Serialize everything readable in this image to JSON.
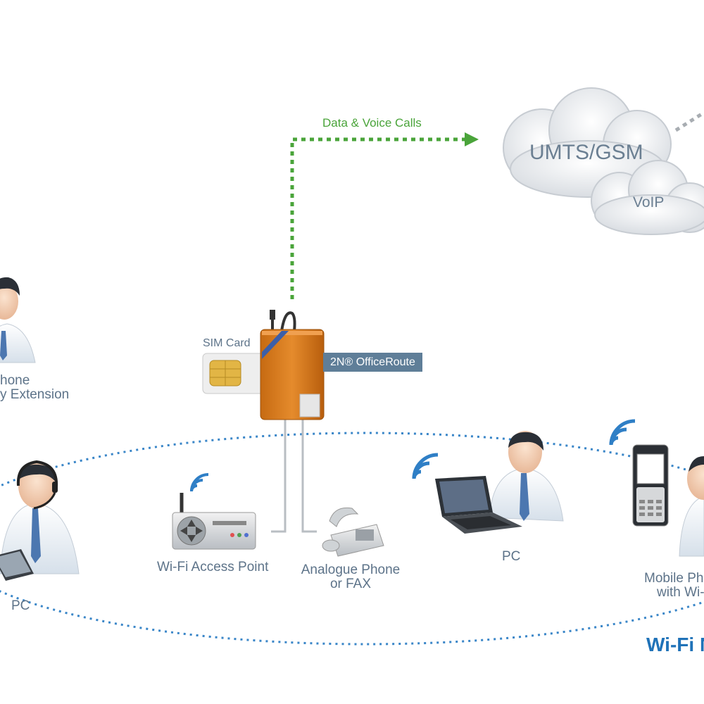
{
  "labels": {
    "data_voice": "Data & Voice Calls",
    "umts_gsm": "UMTS/GSM",
    "voip": "VoIP",
    "sim_card": "SIM Card",
    "device": "2N® OfficeRoute",
    "phone_ext_line1": "hone",
    "phone_ext_line2": "y Extension",
    "wifi_ap": "Wi-Fi Access Point",
    "analogue_line1": "Analogue Phone",
    "analogue_line2": "or FAX",
    "pc_left": "PC",
    "pc_center": "PC",
    "mobile_line1": "Mobile Ph",
    "mobile_line2": "with Wi-",
    "wifi_network": "Wi-Fi N"
  },
  "colors": {
    "green_link": "#4aa43a",
    "dotted_blue": "#3a86c8",
    "label_text": "#5d7389",
    "wifi_title": "#1f72b8",
    "device_orange": "#d97a1e",
    "tag_bg": "#5f7e98"
  }
}
